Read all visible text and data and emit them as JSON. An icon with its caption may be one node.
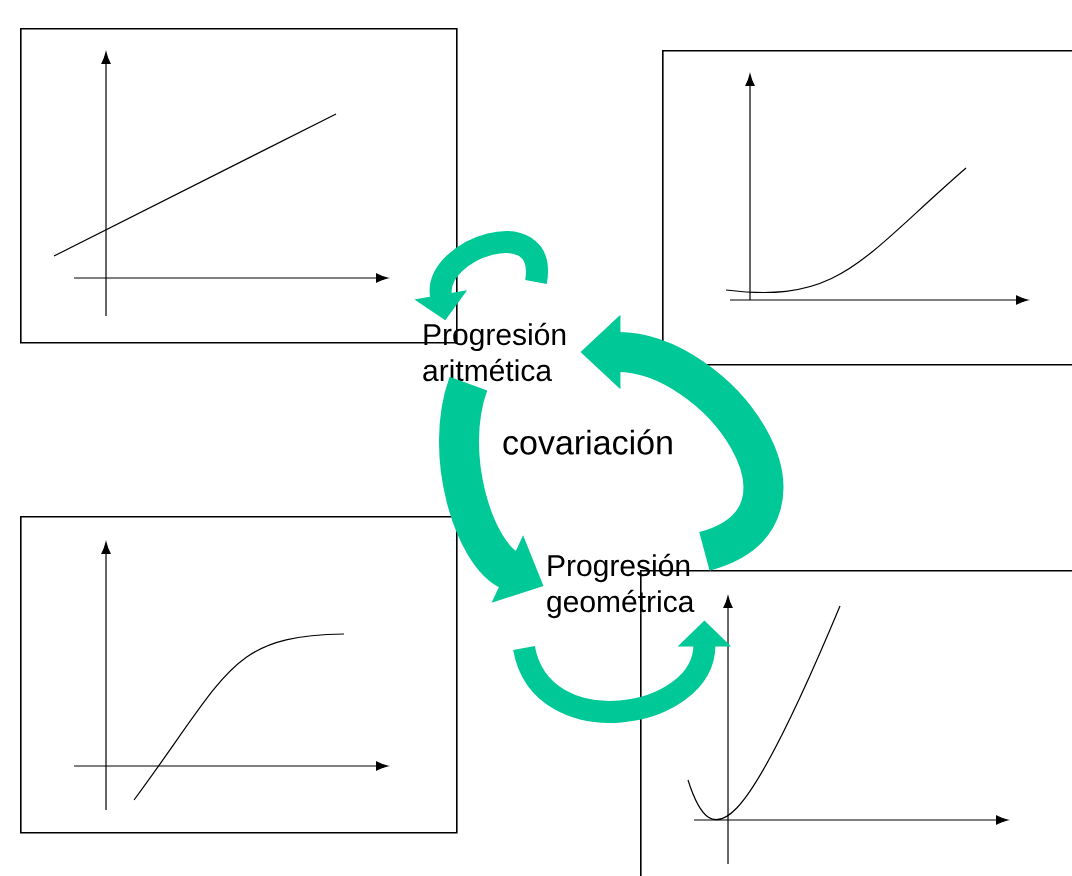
{
  "diagram": {
    "nodes": [
      {
        "text": [],
        "shape": "picture"
      },
      {
        "text": [],
        "shape": "picture"
      },
      {
        "text": [
          "Progresión aritmética"
        ]
      },
      {
        "text": [],
        "shape": "picture"
      },
      {
        "text": [
          "Progresión geométrica"
        ]
      },
      {
        "text": [],
        "shape": "picture"
      }
    ],
    "edges": [
      {
        "from": null,
        "to": 2,
        "arrow": "to"
      },
      {
        "from": 2,
        "to": 4,
        "arrow": "to",
        "style": "thick"
      },
      {
        "from": 4,
        "to": 2,
        "arrow": "to",
        "style": "thick"
      },
      {
        "from": null,
        "to": 4,
        "arrow": "to"
      }
    ],
    "labels": [
      "covariación"
    ]
  }
}
